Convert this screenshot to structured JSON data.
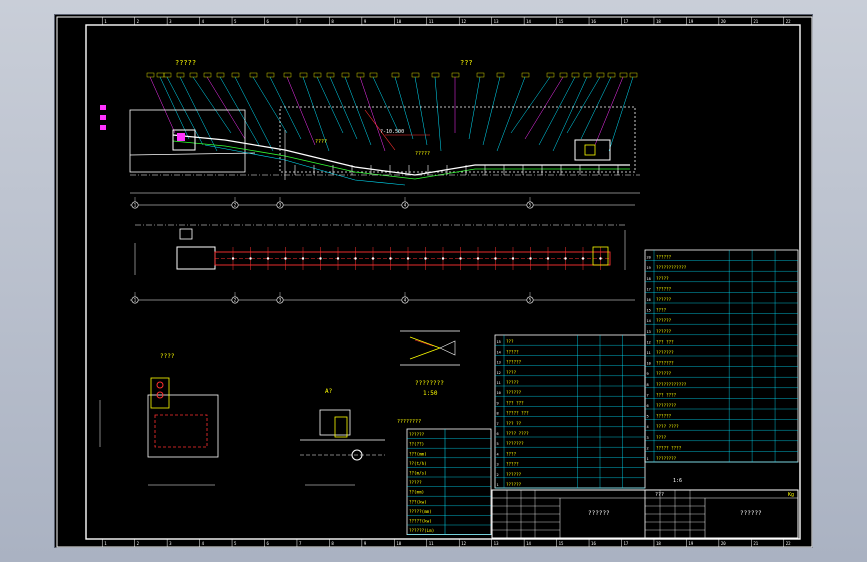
{
  "drawing": {
    "section_title": "?????",
    "elevation_title": "???",
    "plan_left_label": "???????",
    "detail_a_title": "A?",
    "detail_view_title": "????",
    "inset_title": "????????",
    "inset_scale": "1:50",
    "param_table_title": "????????",
    "grade_label": "?-10.500",
    "tag_top": "?????",
    "tag_mid": "????",
    "vertical_ticks": [
      "1",
      "2",
      "3",
      "4",
      "5",
      "6",
      "7",
      "8",
      "9",
      "10",
      "11",
      "12",
      "13",
      "14",
      "15",
      "16",
      "17",
      "18",
      "19",
      "20",
      "21",
      "22"
    ],
    "axis_bubbles": [
      "1",
      "2",
      "3",
      "4",
      "5"
    ],
    "colors": {
      "frame": "#ffffff",
      "line_cyan": "#00e5ff",
      "line_yellow": "#ffff00",
      "line_red": "#ff3030",
      "line_green": "#33ff33",
      "magenta": "#ff33ff",
      "sheet": "#000000"
    }
  },
  "param_table": {
    "rows": [
      "??????",
      "??(??)",
      "???(mm)",
      "??(t/h)",
      "??(m/s)",
      "?????",
      "??(mm)",
      "???(kw)",
      "?????(mm)",
      "?????(kw)",
      "??????(Lm)"
    ]
  },
  "bom_right": {
    "rows": [
      "??????",
      "????????????",
      "?????",
      "??????",
      "??????",
      "????",
      "??????",
      "??????",
      "??? ???",
      "???????",
      "???????",
      "??????",
      "????????????",
      "??? ????",
      "????????",
      "??????",
      "???? ????",
      "????",
      "????? ????",
      "????????"
    ]
  },
  "bom_left": {
    "rows": [
      "???",
      "?????",
      "??????",
      "????",
      "?????",
      "??????",
      "??? ???",
      "????? ???",
      "??? ??",
      "???? ????",
      "???????",
      "????",
      "?????",
      "??????",
      "??????"
    ]
  },
  "title_block": {
    "left_name": "??????",
    "right_name": "??????",
    "page_tag": "1:6",
    "drawing_no": "???",
    "sheet": "Kg"
  }
}
